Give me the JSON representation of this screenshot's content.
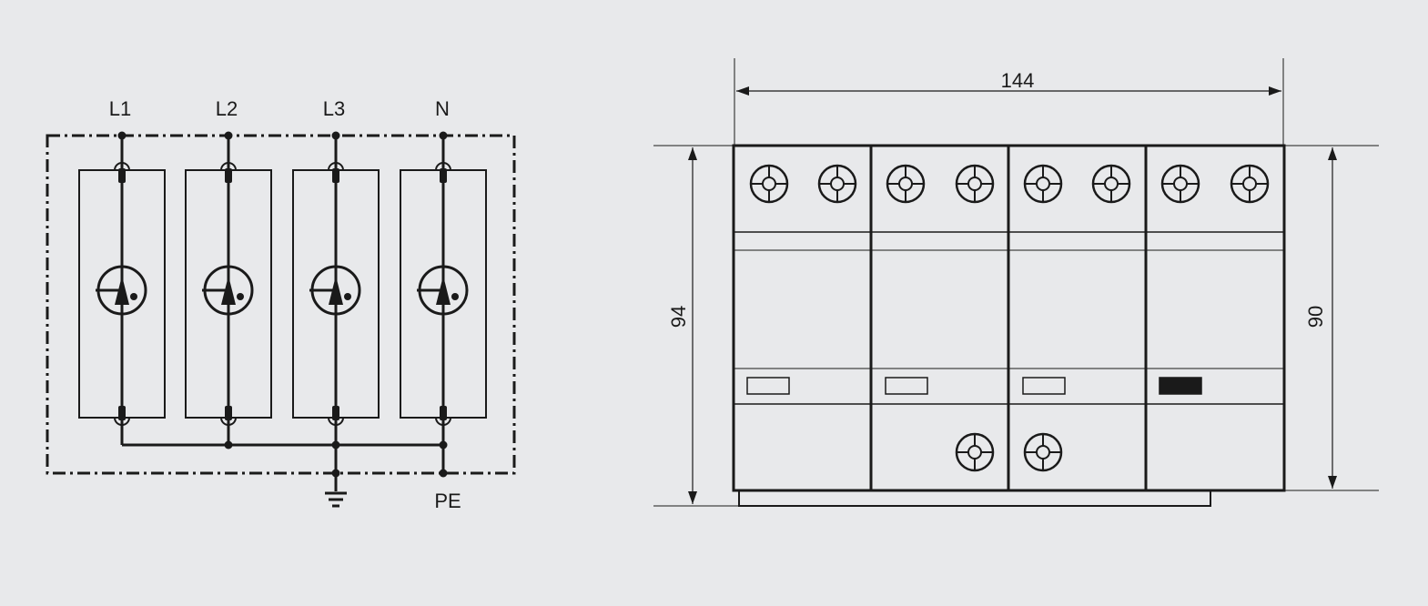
{
  "schematic": {
    "phases": [
      {
        "label": "L1"
      },
      {
        "label": "L2"
      },
      {
        "label": "L3"
      },
      {
        "label": "N"
      }
    ],
    "pe_label": "PE"
  },
  "dimensions": {
    "width": "144",
    "height_total": "94",
    "height_body": "90"
  },
  "module_view": {
    "indicators": [
      "empty",
      "empty",
      "empty",
      "filled"
    ]
  },
  "colors": {
    "background": "#e8e9eb",
    "line": "#1a1a1a"
  }
}
